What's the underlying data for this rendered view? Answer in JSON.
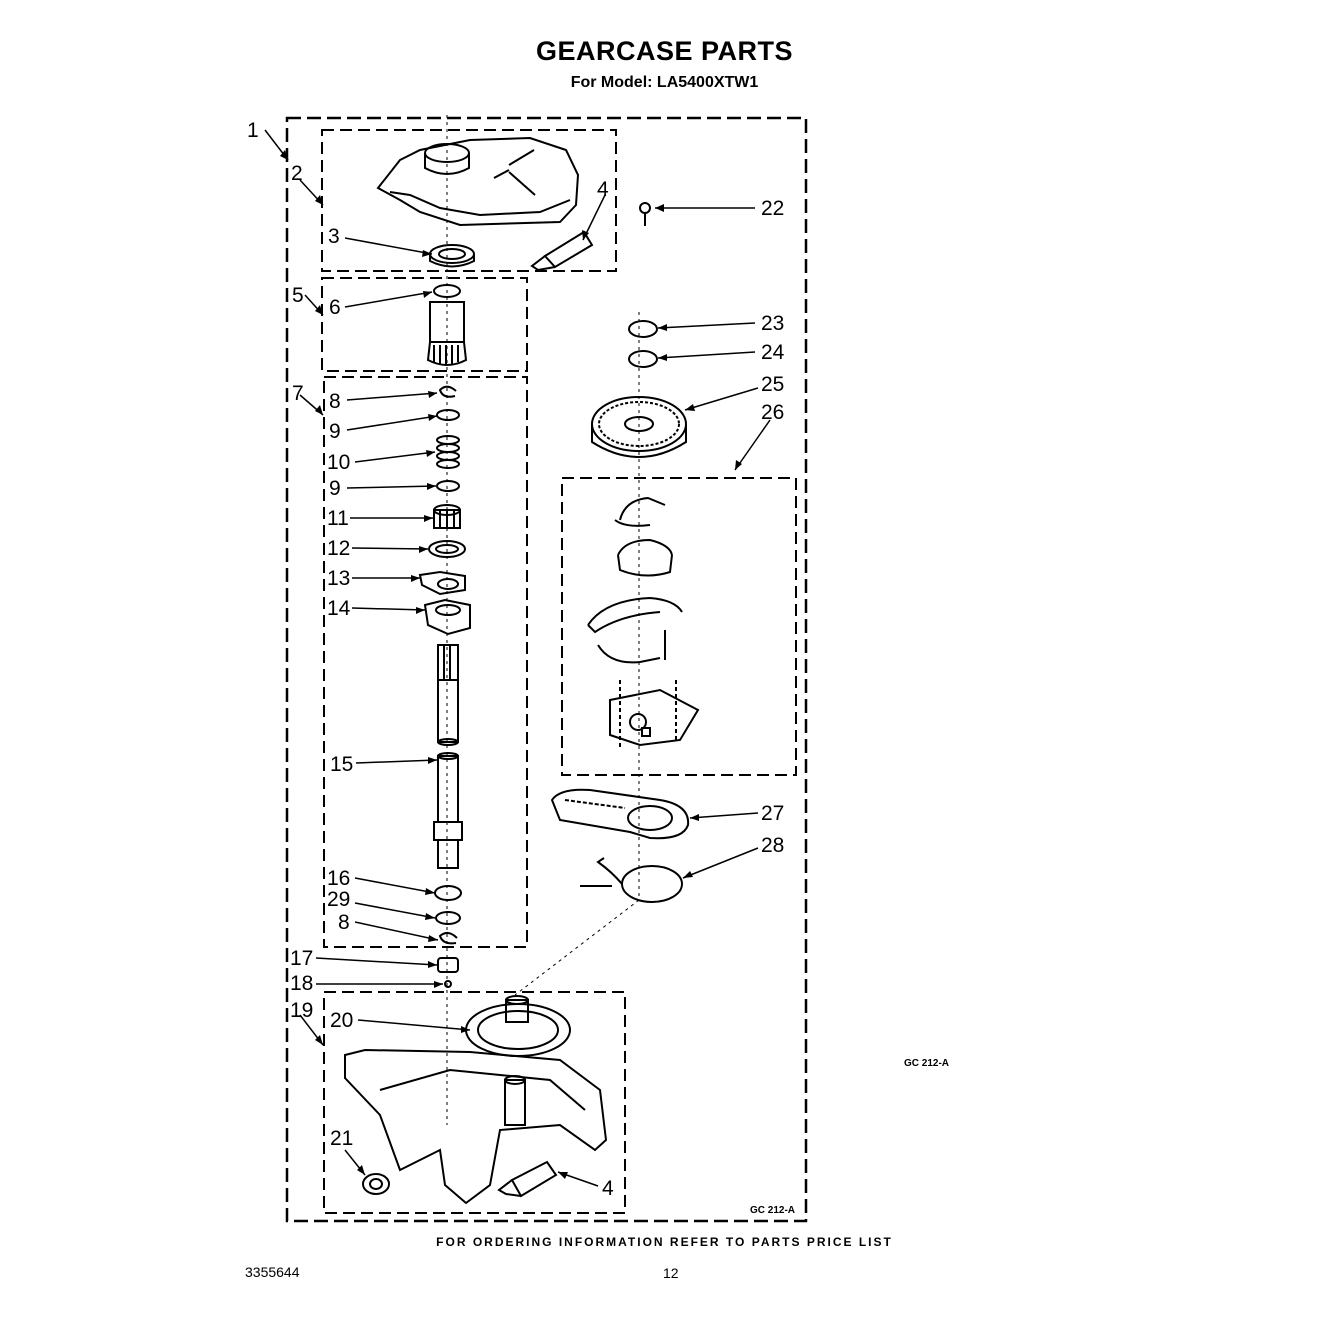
{
  "header": {
    "title": "GEARCASE PARTS",
    "subtitle": "For Model: LA5400XTW1"
  },
  "footer": {
    "ordering_note": "FOR ORDERING INFORMATION REFER TO PARTS PRICE LIST",
    "doc_number": "3355644",
    "page_number": "12"
  },
  "diagram": {
    "ref_code": "GC 212-A",
    "ref_code_inner": "GC 212-A",
    "callouts": {
      "c1": "1",
      "c2": "2",
      "c3": "3",
      "c4a": "4",
      "c5": "5",
      "c6": "6",
      "c7": "7",
      "c8a": "8",
      "c9a": "9",
      "c10": "10",
      "c9b": "9",
      "c11": "11",
      "c12": "12",
      "c13": "13",
      "c14": "14",
      "c15": "15",
      "c16": "16",
      "c29": "29",
      "c8b": "8",
      "c17": "17",
      "c18": "18",
      "c19": "19",
      "c20": "20",
      "c21": "21",
      "c4b": "4",
      "c22": "22",
      "c23": "23",
      "c24": "24",
      "c25": "25",
      "c26": "26",
      "c27": "27",
      "c28": "28"
    }
  }
}
